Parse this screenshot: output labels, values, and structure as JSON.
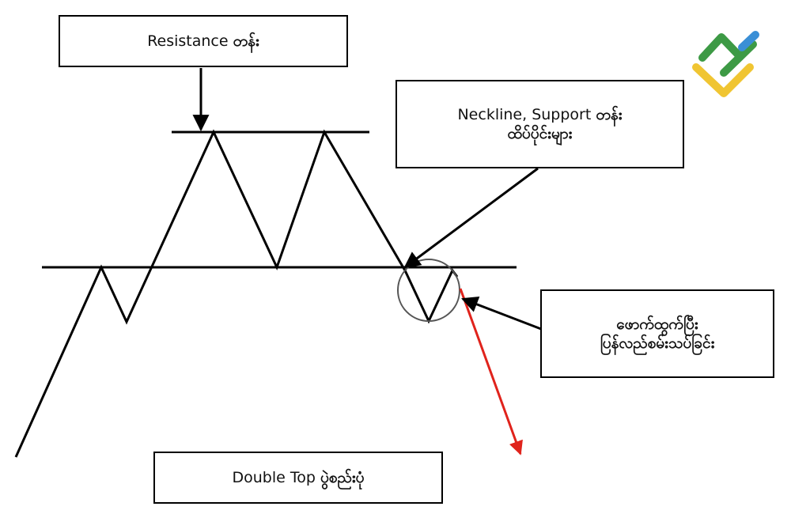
{
  "labels": {
    "resistance": {
      "en": "Resistance",
      "my": "တန်း"
    },
    "neckline": {
      "line1_en": "Neckline, Support",
      "line1_my": "တန်း",
      "line2_my": "ထိပ်ပိုင်းများ"
    },
    "retest": {
      "line1_my": "ဖောက်ထွက်ပြီး",
      "line2_my": "ပြန်လည်စမ်းသပ်ခြင်း"
    },
    "pattern": {
      "en": "Double Top",
      "my": "ပွဲစည်းပုံ"
    }
  },
  "logo": {
    "icon": "brand-logo-icon",
    "colors": [
      "#3d9a45",
      "#3a8fd6",
      "#f0c532"
    ]
  },
  "colors": {
    "line": "#000000",
    "breakout_arrow": "#e0231c",
    "circle": "#555555"
  }
}
